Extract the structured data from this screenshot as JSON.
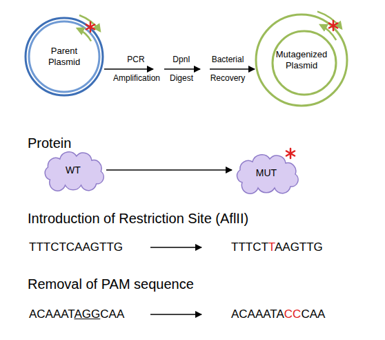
{
  "diagram": {
    "nodes": [
      {
        "text": [
          "Parent Plasmid"
        ]
      },
      {
        "text": [
          "Mutagenized Plasmid"
        ]
      },
      {
        "text": [
          "WT"
        ]
      },
      {
        "text": [
          "MUT"
        ]
      }
    ],
    "edges": [
      {
        "from": 0,
        "to": 1,
        "arrow": "to"
      },
      {
        "from": 2,
        "to": 3,
        "arrow": "to"
      }
    ],
    "labels": [
      "PCR",
      "Amplification",
      "DpnI",
      "Digest",
      "Bacterial",
      "Recovery",
      "Protein",
      "Introduction of Restriction Site (AflII)",
      "TTTCTCAAGTTG",
      "TTTCTTAAGTTG",
      "Removal of PAM sequence",
      "ACAAATAGGCAA",
      "ACAAATACCCAA"
    ]
  }
}
